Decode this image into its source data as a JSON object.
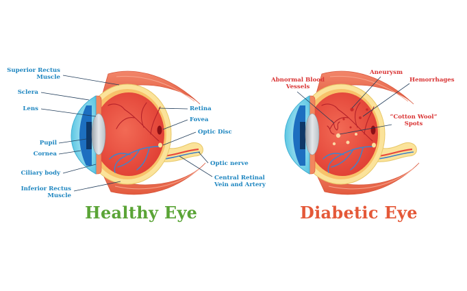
{
  "healthy": {
    "title": "Healthy Eye",
    "labels": {
      "superior_rectus_1": "Superior Rectus",
      "superior_rectus_2": "Muscle",
      "sclera": "Sclera",
      "lens": "Lens",
      "pupil": "Pupil",
      "cornea": "Cornea",
      "ciliary_body": "Ciliary body",
      "inferior_rectus_1": "Inferior Rectus",
      "inferior_rectus_2": "Muscle",
      "retina": "Retina",
      "fovea": "Fovea",
      "optic_disc": "Optic Disc",
      "optic_nerve": "Optic nerve",
      "central_retinal_1": "Central Retinal",
      "central_retinal_2": "Vein and Artery"
    }
  },
  "diabetic": {
    "title": "Diabetic Eye",
    "labels": {
      "abnormal_1": "Abnormal Blood",
      "abnormal_2": "Vessels",
      "aneurysm": "Aneurysm",
      "hemorrhages": "Hemorrhages",
      "cotton_1": "“Cotton Wool”",
      "cotton_2": "Spots"
    }
  },
  "colors": {
    "label_blue": "#1e86c0",
    "healthy_title": "#5aa436",
    "diabetic_title": "#e45838",
    "diabetic_label": "#d93434",
    "muscle": "#ee6a4a",
    "retina_red": "#e84a3c",
    "sclera_yellow": "#fbe39a",
    "cornea_blue": "#7fd3ea"
  }
}
